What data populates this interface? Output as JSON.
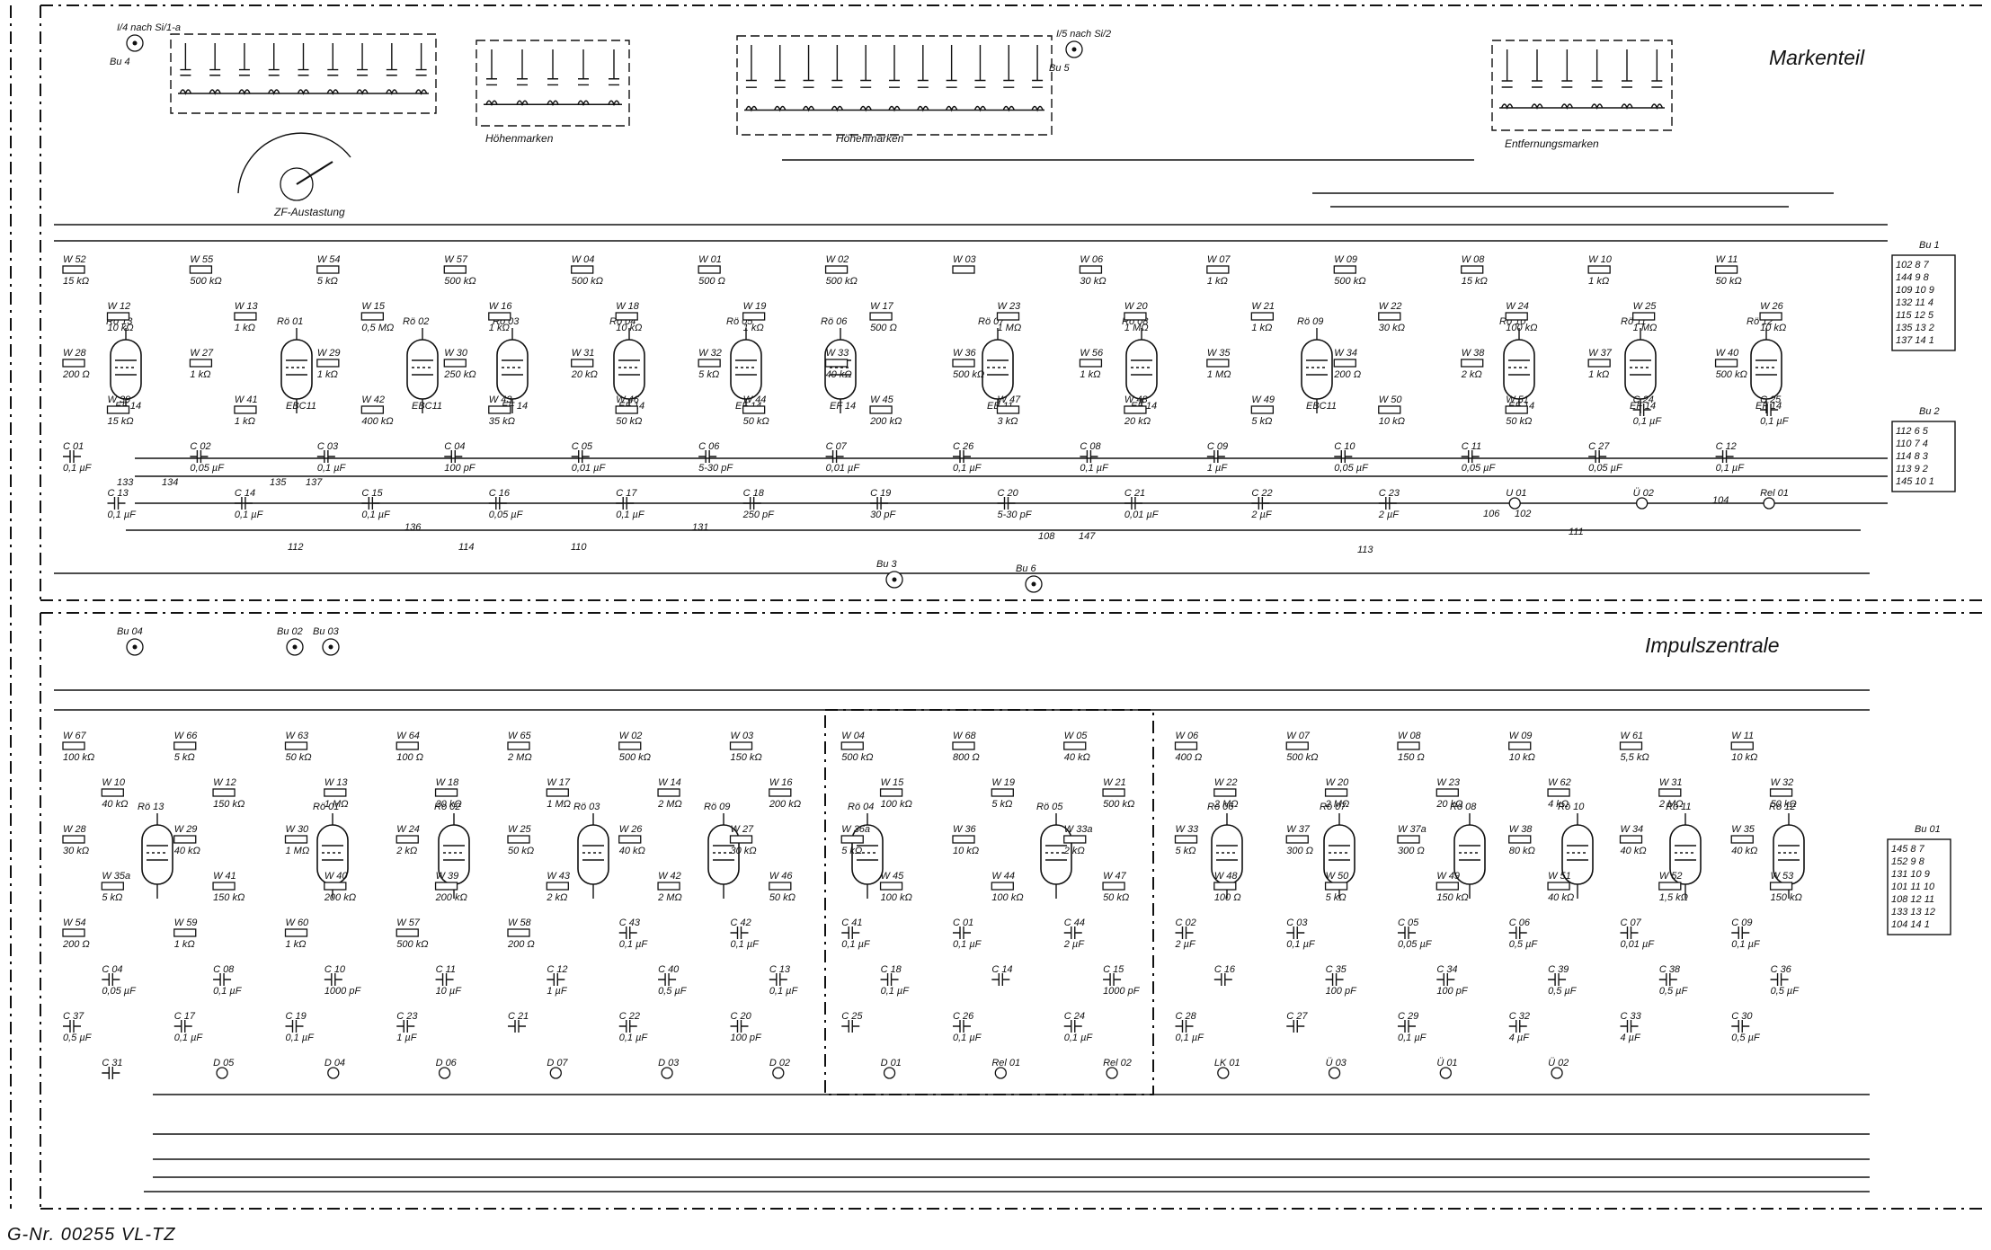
{
  "titles": {
    "top": "Markenteil",
    "bottom": "Impulszentrale",
    "footer": "G-Nr. 00255 VL-TZ"
  },
  "captions": {
    "zf": "ZF-Austastung",
    "hoehen1": "Höhenmarken",
    "hoehen2": "Höhenmarken",
    "entf": "Entfernungsmarken"
  },
  "sockets": [
    {
      "label": "I/4 nach Si/1-a",
      "sub": "Bu 4"
    },
    {
      "label": "I/5 nach Si/2",
      "sub": "Bu 5"
    },
    {
      "label": "Bu 3"
    },
    {
      "label": "Bu 6"
    },
    {
      "label": "Bu 04"
    },
    {
      "label": "Bu 02"
    },
    {
      "label": "Bu 03"
    }
  ],
  "connectors": {
    "bu1": {
      "label": "Bu 1",
      "pins": [
        "102 8 7",
        "144 9 8",
        "109 10 9",
        "132 11 4",
        "115 12 5",
        "135 13 2",
        "137 14 1"
      ]
    },
    "bu2": {
      "label": "Bu 2",
      "pins": [
        "112 6 5",
        "110 7 4",
        "114 8 3",
        "113 9 2",
        "145 10 1"
      ]
    },
    "bu01": {
      "label": "Bu 01",
      "pins": [
        "145 8 7",
        "152 9 8",
        "131 10 9",
        "101 11 10",
        "108 12 11",
        "133 13 12",
        "104 14 1"
      ]
    }
  },
  "top_tubes": [
    "Rö 13",
    "Rö 01",
    "Rö 02",
    "Rö 03",
    "Rö 04",
    "Rö 05",
    "Rö 06",
    "Rö 07",
    "Rö 08",
    "Rö 09",
    "Rö 10",
    "Rö 11",
    "Rö 12"
  ],
  "top_tube_types": [
    "EF 14",
    "EBC11",
    "EBC11",
    "EF 14",
    "EF 14",
    "EF 14",
    "EF 14",
    "EB 11",
    "EF 14",
    "EBC11",
    "EF 14",
    "EF 14",
    "EF 14"
  ],
  "bottom_tubes": [
    "Rö 13",
    "Rö 01",
    "Rö 02",
    "Rö 03",
    "Rö 09",
    "Rö 04",
    "Rö 05",
    "Rö 06",
    "Rö 07",
    "Rö 08",
    "Rö 10",
    "Rö 11",
    "Rö 12"
  ],
  "top_components": [
    {
      "n": "W 52",
      "v": "15 kΩ"
    },
    {
      "n": "W 55",
      "v": "500 kΩ"
    },
    {
      "n": "W 54",
      "v": "5 kΩ"
    },
    {
      "n": "W 57",
      "v": "500 kΩ"
    },
    {
      "n": "W 04",
      "v": "500 kΩ"
    },
    {
      "n": "W 01",
      "v": "500 Ω"
    },
    {
      "n": "W 02",
      "v": "500 kΩ"
    },
    {
      "n": "W 03",
      "v": ""
    },
    {
      "n": "W 06",
      "v": "30 kΩ"
    },
    {
      "n": "W 07",
      "v": "1 kΩ"
    },
    {
      "n": "W 09",
      "v": "500 kΩ"
    },
    {
      "n": "W 08",
      "v": "15 kΩ"
    },
    {
      "n": "W 10",
      "v": "1 kΩ"
    },
    {
      "n": "W 11",
      "v": "50 kΩ"
    },
    {
      "n": "W 12",
      "v": "10 kΩ"
    },
    {
      "n": "W 13",
      "v": "1 kΩ"
    },
    {
      "n": "W 15",
      "v": "0,5 MΩ"
    },
    {
      "n": "W 16",
      "v": "1 kΩ"
    },
    {
      "n": "W 18",
      "v": "10 kΩ"
    },
    {
      "n": "W 19",
      "v": "1 kΩ"
    },
    {
      "n": "W 17",
      "v": "500 Ω"
    },
    {
      "n": "W 23",
      "v": "1 MΩ"
    },
    {
      "n": "W 20",
      "v": "1 MΩ"
    },
    {
      "n": "W 21",
      "v": "1 kΩ"
    },
    {
      "n": "W 22",
      "v": "30 kΩ"
    },
    {
      "n": "W 24",
      "v": "100 kΩ"
    },
    {
      "n": "W 25",
      "v": "1 MΩ"
    },
    {
      "n": "W 26",
      "v": "10 kΩ"
    },
    {
      "n": "W 28",
      "v": "200 Ω"
    },
    {
      "n": "W 27",
      "v": "1 kΩ"
    },
    {
      "n": "W 29",
      "v": "1 kΩ"
    },
    {
      "n": "W 30",
      "v": "250 kΩ"
    },
    {
      "n": "W 31",
      "v": "20 kΩ"
    },
    {
      "n": "W 32",
      "v": "5 kΩ"
    },
    {
      "n": "W 33",
      "v": "40 kΩ"
    },
    {
      "n": "W 36",
      "v": "500 kΩ"
    },
    {
      "n": "W 56",
      "v": "1 kΩ"
    },
    {
      "n": "W 35",
      "v": "1 MΩ"
    },
    {
      "n": "W 34",
      "v": "200 Ω"
    },
    {
      "n": "W 38",
      "v": "2 kΩ"
    },
    {
      "n": "W 37",
      "v": "1 kΩ"
    },
    {
      "n": "W 40",
      "v": "500 kΩ"
    },
    {
      "n": "W 39",
      "v": "15 kΩ"
    },
    {
      "n": "W 41",
      "v": "1 kΩ"
    },
    {
      "n": "W 42",
      "v": "400 kΩ"
    },
    {
      "n": "W 43",
      "v": "35 kΩ"
    },
    {
      "n": "W 46",
      "v": "50 kΩ"
    },
    {
      "n": "W 44",
      "v": "50 kΩ"
    },
    {
      "n": "W 45",
      "v": "200 kΩ"
    },
    {
      "n": "W 47",
      "v": "3 kΩ"
    },
    {
      "n": "W 48",
      "v": "20 kΩ"
    },
    {
      "n": "W 49",
      "v": "5 kΩ"
    },
    {
      "n": "W 50",
      "v": "10 kΩ"
    },
    {
      "n": "W 51",
      "v": "50 kΩ"
    },
    {
      "n": "C 24",
      "v": "0,1 µF"
    },
    {
      "n": "C 25",
      "v": "0,1 µF"
    },
    {
      "n": "C 01",
      "v": "0,1 µF"
    },
    {
      "n": "C 02",
      "v": "0,05 µF"
    },
    {
      "n": "C 03",
      "v": "0,1 µF"
    },
    {
      "n": "C 04",
      "v": "100 pF"
    },
    {
      "n": "C 05",
      "v": "0,01 µF"
    },
    {
      "n": "C 06",
      "v": "5-30 pF"
    },
    {
      "n": "C 07",
      "v": "0,01 µF"
    },
    {
      "n": "C 26",
      "v": "0,1 µF"
    },
    {
      "n": "C 08",
      "v": "0,1 µF"
    },
    {
      "n": "C 09",
      "v": "1 µF"
    },
    {
      "n": "C 10",
      "v": "0,05 µF"
    },
    {
      "n": "C 11",
      "v": "0,05 µF"
    },
    {
      "n": "C 27",
      "v": "0,05 µF"
    },
    {
      "n": "C 12",
      "v": "0,1 µF"
    },
    {
      "n": "C 13",
      "v": "0,1 µF"
    },
    {
      "n": "C 14",
      "v": "0,1 µF"
    },
    {
      "n": "C 15",
      "v": "0,1 µF"
    },
    {
      "n": "C 16",
      "v": "0,05 µF"
    },
    {
      "n": "C 17",
      "v": "0,1 µF"
    },
    {
      "n": "C 18",
      "v": "250 pF"
    },
    {
      "n": "C 19",
      "v": "30 pF"
    },
    {
      "n": "C 20",
      "v": "5-30 pF"
    },
    {
      "n": "C 21",
      "v": "0,01 µF"
    },
    {
      "n": "C 22",
      "v": "2 µF"
    },
    {
      "n": "C 23",
      "v": "2 µF"
    },
    {
      "n": "U 01",
      "v": ""
    },
    {
      "n": "Ü 02",
      "v": ""
    },
    {
      "n": "Rel 01",
      "v": ""
    }
  ],
  "bottom_components": [
    {
      "n": "W 67",
      "v": "100 kΩ"
    },
    {
      "n": "W 66",
      "v": "5 kΩ"
    },
    {
      "n": "W 63",
      "v": "50 kΩ"
    },
    {
      "n": "W 64",
      "v": "100 Ω"
    },
    {
      "n": "W 65",
      "v": "2 MΩ"
    },
    {
      "n": "W 02",
      "v": "500 kΩ"
    },
    {
      "n": "W 03",
      "v": "150 kΩ"
    },
    {
      "n": "W 04",
      "v": "500 kΩ"
    },
    {
      "n": "W 68",
      "v": "800 Ω"
    },
    {
      "n": "W 05",
      "v": "40 kΩ"
    },
    {
      "n": "W 06",
      "v": "400 Ω"
    },
    {
      "n": "W 07",
      "v": "500 kΩ"
    },
    {
      "n": "W 08",
      "v": "150 Ω"
    },
    {
      "n": "W 09",
      "v": "10 kΩ"
    },
    {
      "n": "W 61",
      "v": "5,5 kΩ"
    },
    {
      "n": "W 11",
      "v": "10 kΩ"
    },
    {
      "n": "W 10",
      "v": "40 kΩ"
    },
    {
      "n": "W 12",
      "v": "150 kΩ"
    },
    {
      "n": "W 13",
      "v": "1 MΩ"
    },
    {
      "n": "W 18",
      "v": "20 kΩ"
    },
    {
      "n": "W 17",
      "v": "1 MΩ"
    },
    {
      "n": "W 14",
      "v": "2 MΩ"
    },
    {
      "n": "W 16",
      "v": "200 kΩ"
    },
    {
      "n": "W 15",
      "v": "100 kΩ"
    },
    {
      "n": "W 19",
      "v": "5 kΩ"
    },
    {
      "n": "W 21",
      "v": "500 kΩ"
    },
    {
      "n": "W 22",
      "v": "2 MΩ"
    },
    {
      "n": "W 20",
      "v": "2 MΩ"
    },
    {
      "n": "W 23",
      "v": "20 kΩ"
    },
    {
      "n": "W 62",
      "v": "4 kΩ"
    },
    {
      "n": "W 31",
      "v": "2 MΩ"
    },
    {
      "n": "W 32",
      "v": "50 kΩ"
    },
    {
      "n": "W 28",
      "v": "30 kΩ"
    },
    {
      "n": "W 29",
      "v": "40 kΩ"
    },
    {
      "n": "W 30",
      "v": "1 MΩ"
    },
    {
      "n": "W 24",
      "v": "2 kΩ"
    },
    {
      "n": "W 25",
      "v": "50 kΩ"
    },
    {
      "n": "W 26",
      "v": "40 kΩ"
    },
    {
      "n": "W 27",
      "v": "30 kΩ"
    },
    {
      "n": "W 36a",
      "v": "5 kΩ"
    },
    {
      "n": "W 36",
      "v": "10 kΩ"
    },
    {
      "n": "W 33a",
      "v": "2 kΩ"
    },
    {
      "n": "W 33",
      "v": "5 kΩ"
    },
    {
      "n": "W 37",
      "v": "300 Ω"
    },
    {
      "n": "W 37a",
      "v": "300 Ω"
    },
    {
      "n": "W 38",
      "v": "80 kΩ"
    },
    {
      "n": "W 34",
      "v": "40 kΩ"
    },
    {
      "n": "W 35",
      "v": "40 kΩ"
    },
    {
      "n": "W 35a",
      "v": "5 kΩ"
    },
    {
      "n": "W 41",
      "v": "150 kΩ"
    },
    {
      "n": "W 40",
      "v": "200 kΩ"
    },
    {
      "n": "W 39",
      "v": "200 kΩ"
    },
    {
      "n": "W 43",
      "v": "2 kΩ"
    },
    {
      "n": "W 42",
      "v": "2 MΩ"
    },
    {
      "n": "W 46",
      "v": "50 kΩ"
    },
    {
      "n": "W 45",
      "v": "100 kΩ"
    },
    {
      "n": "W 44",
      "v": "100 kΩ"
    },
    {
      "n": "W 47",
      "v": "50 kΩ"
    },
    {
      "n": "W 48",
      "v": "100 Ω"
    },
    {
      "n": "W 50",
      "v": "5 kΩ"
    },
    {
      "n": "W 49",
      "v": "150 kΩ"
    },
    {
      "n": "W 51",
      "v": "40 kΩ"
    },
    {
      "n": "W 52",
      "v": "1,5 kΩ"
    },
    {
      "n": "W 53",
      "v": "150 kΩ"
    },
    {
      "n": "W 54",
      "v": "200 Ω"
    },
    {
      "n": "W 59",
      "v": "1 kΩ"
    },
    {
      "n": "W 60",
      "v": "1 kΩ"
    },
    {
      "n": "W 57",
      "v": "500 kΩ"
    },
    {
      "n": "W 58",
      "v": "200 Ω"
    },
    {
      "n": "C 43",
      "v": "0,1 µF"
    },
    {
      "n": "C 42",
      "v": "0,1 µF"
    },
    {
      "n": "C 41",
      "v": "0,1 µF"
    },
    {
      "n": "C 01",
      "v": "0,1 µF"
    },
    {
      "n": "C 44",
      "v": "2 µF"
    },
    {
      "n": "C 02",
      "v": "2 µF"
    },
    {
      "n": "C 03",
      "v": "0,1 µF"
    },
    {
      "n": "C 05",
      "v": "0,05 µF"
    },
    {
      "n": "C 06",
      "v": "0,5 µF"
    },
    {
      "n": "C 07",
      "v": "0,01 µF"
    },
    {
      "n": "C 09",
      "v": "0,1 µF"
    },
    {
      "n": "C 04",
      "v": "0,05 µF"
    },
    {
      "n": "C 08",
      "v": "0,1 µF"
    },
    {
      "n": "C 10",
      "v": "1000 pF"
    },
    {
      "n": "C 11",
      "v": "10 µF"
    },
    {
      "n": "C 12",
      "v": "1 µF"
    },
    {
      "n": "C 40",
      "v": "0,5 µF"
    },
    {
      "n": "C 13",
      "v": "0,1 µF"
    },
    {
      "n": "C 18",
      "v": "0,1 µF"
    },
    {
      "n": "C 14",
      "v": ""
    },
    {
      "n": "C 15",
      "v": "1000 pF"
    },
    {
      "n": "C 16",
      "v": ""
    },
    {
      "n": "C 35",
      "v": "100 pF"
    },
    {
      "n": "C 34",
      "v": "100 pF"
    },
    {
      "n": "C 39",
      "v": "0,5 µF"
    },
    {
      "n": "C 38",
      "v": "0,5 µF"
    },
    {
      "n": "C 36",
      "v": "0,5 µF"
    },
    {
      "n": "C 37",
      "v": "0,5 µF"
    },
    {
      "n": "C 17",
      "v": "0,1 µF"
    },
    {
      "n": "C 19",
      "v": "0,1 µF"
    },
    {
      "n": "C 23",
      "v": "1 µF"
    },
    {
      "n": "C 21",
      "v": ""
    },
    {
      "n": "C 22",
      "v": "0,1 µF"
    },
    {
      "n": "C 20",
      "v": "100 pF"
    },
    {
      "n": "C 25",
      "v": ""
    },
    {
      "n": "C 26",
      "v": "0,1 µF"
    },
    {
      "n": "C 24",
      "v": "0,1 µF"
    },
    {
      "n": "C 28",
      "v": "0,1 µF"
    },
    {
      "n": "C 27",
      "v": ""
    },
    {
      "n": "C 29",
      "v": "0,1 µF"
    },
    {
      "n": "C 32",
      "v": "4 µF"
    },
    {
      "n": "C 33",
      "v": "4 µF"
    },
    {
      "n": "C 30",
      "v": "0,5 µF"
    },
    {
      "n": "C 31",
      "v": ""
    },
    {
      "n": "D 05",
      "v": ""
    },
    {
      "n": "D 04",
      "v": ""
    },
    {
      "n": "D 06",
      "v": ""
    },
    {
      "n": "D 07",
      "v": ""
    },
    {
      "n": "D 03",
      "v": ""
    },
    {
      "n": "D 02",
      "v": ""
    },
    {
      "n": "D 01",
      "v": ""
    },
    {
      "n": "Rel 01",
      "v": ""
    },
    {
      "n": "Rel 02",
      "v": ""
    },
    {
      "n": "LK 01",
      "v": ""
    },
    {
      "n": "Ü 03",
      "v": ""
    },
    {
      "n": "Ü 01",
      "v": ""
    },
    {
      "n": "Ü 02",
      "v": ""
    }
  ],
  "nodes": [
    "133",
    "134",
    "135",
    "137",
    "136",
    "112",
    "114",
    "110",
    "131",
    "108",
    "147",
    "113",
    "106",
    "102",
    "111",
    "104"
  ]
}
